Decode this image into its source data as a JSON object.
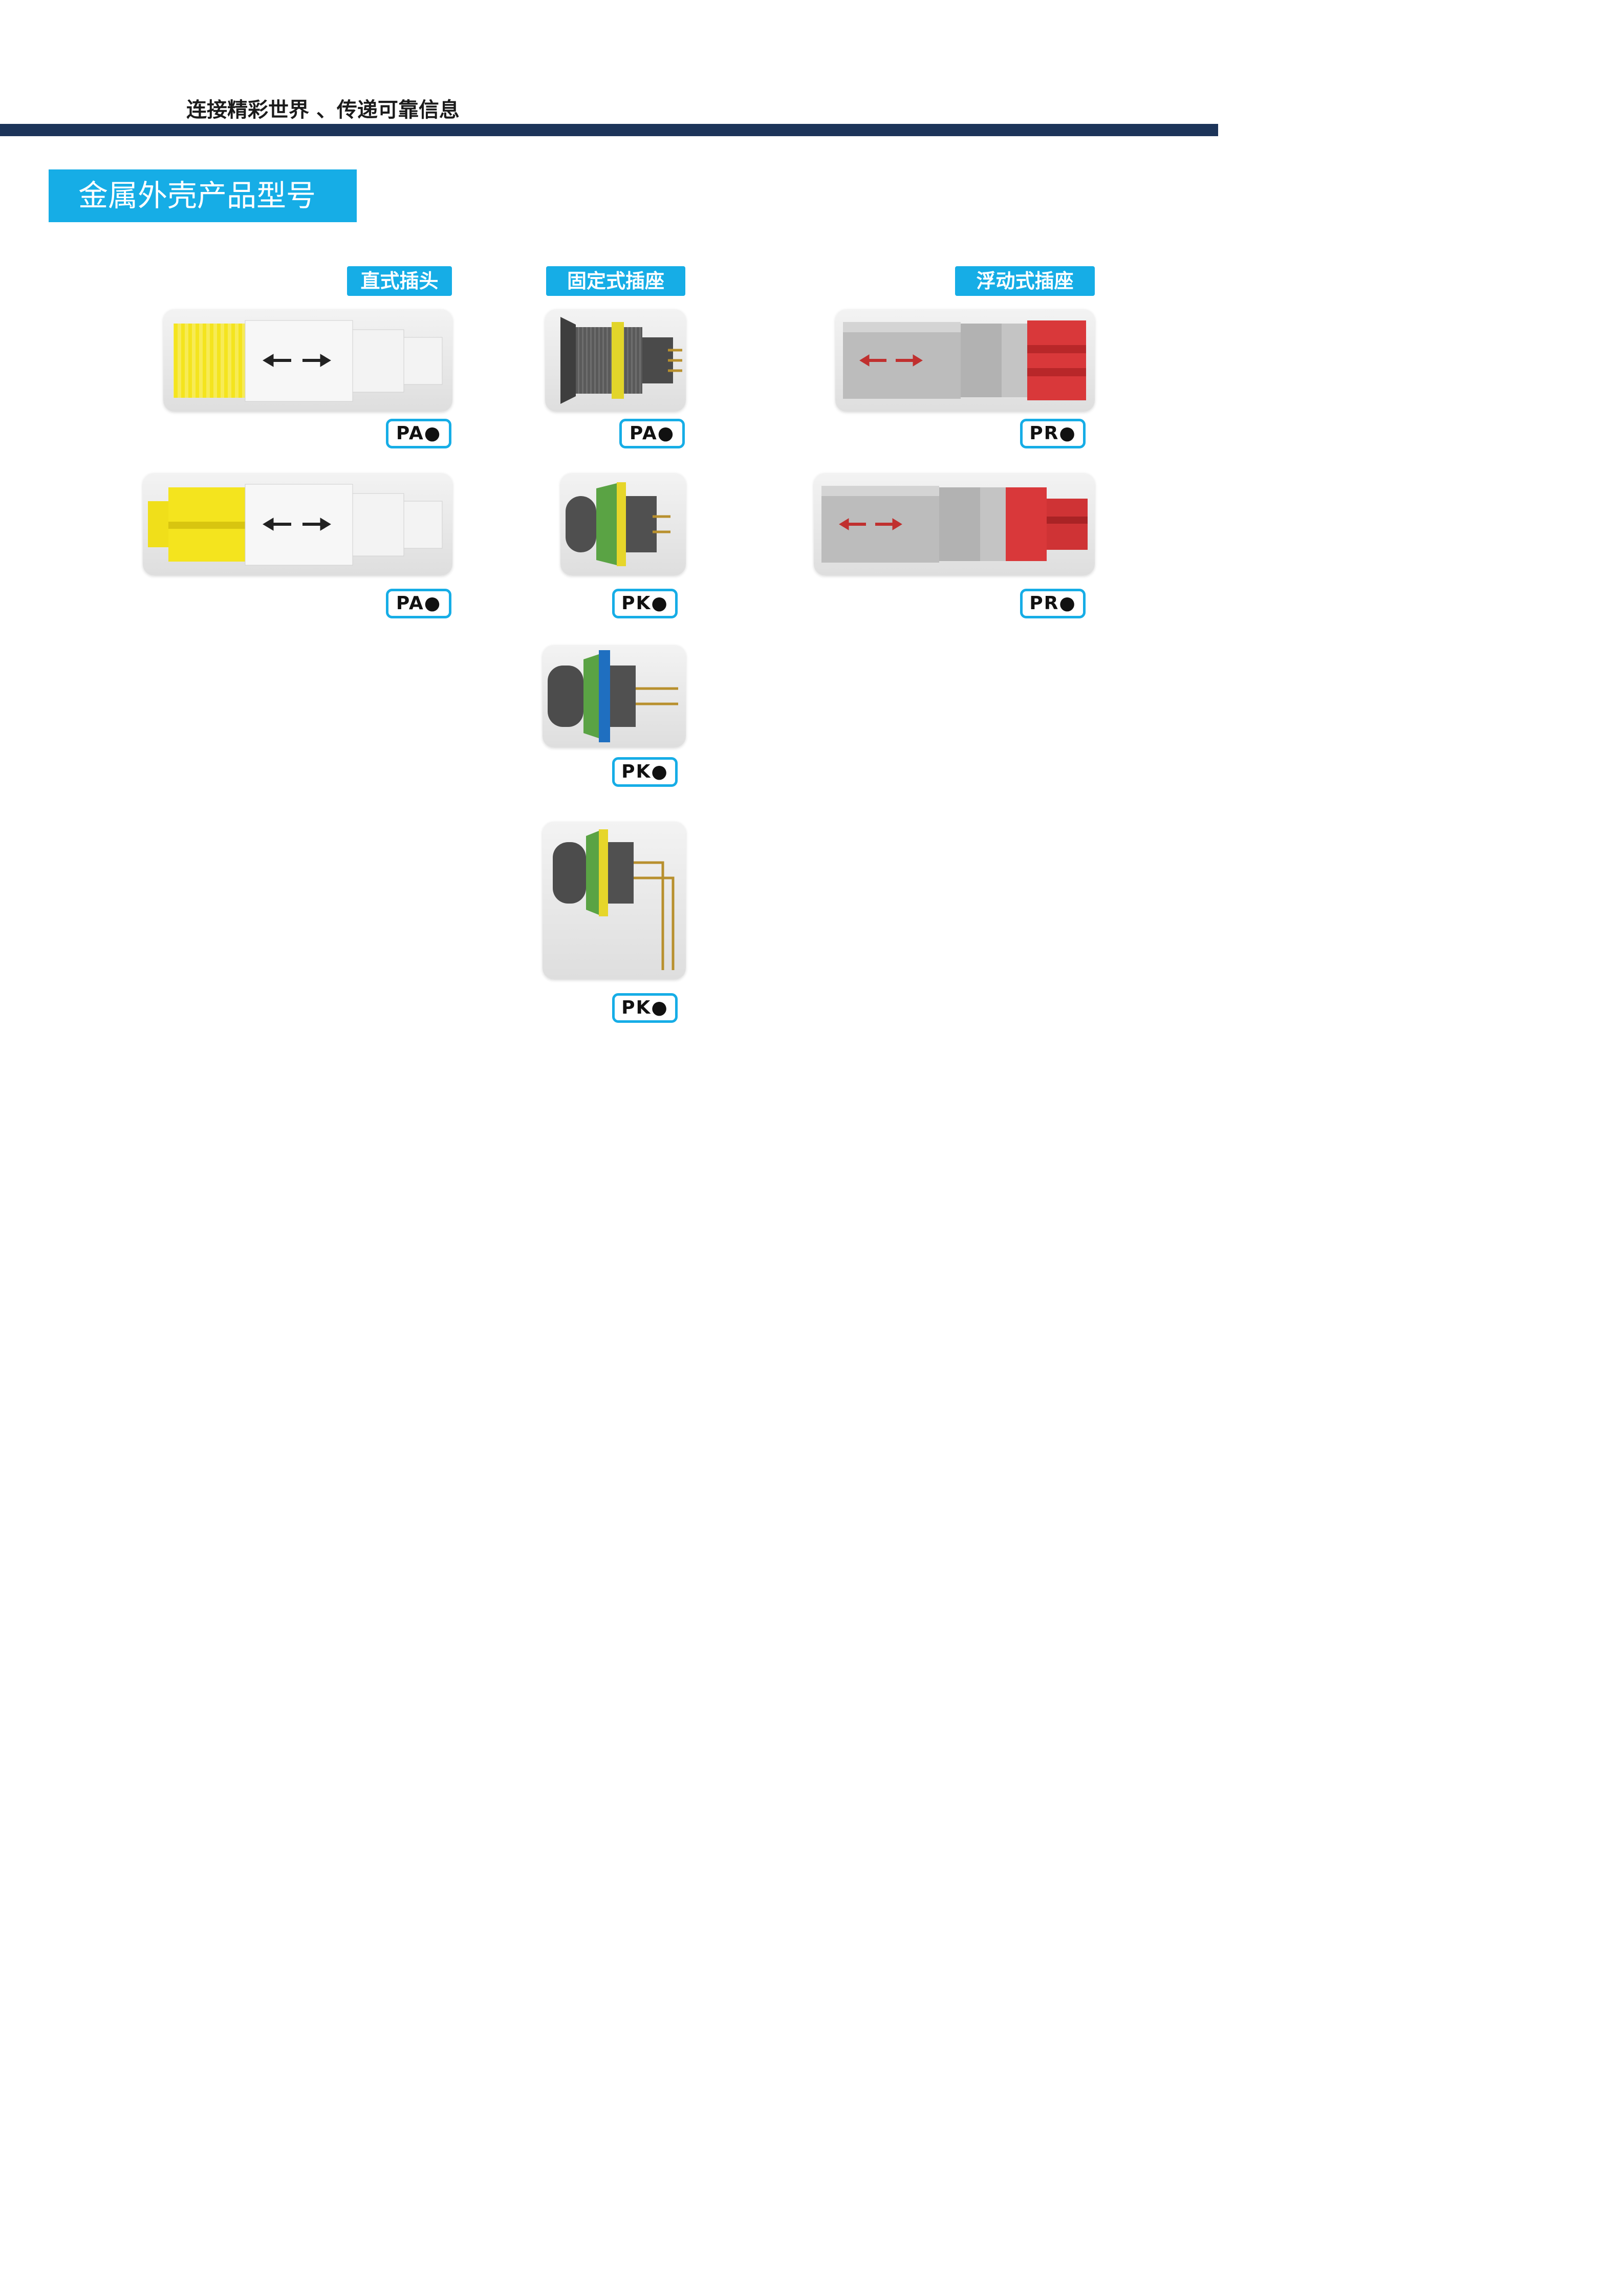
{
  "header": {
    "tagline": "连接精彩世界 、传递可靠信息"
  },
  "section": {
    "title": "金属外壳产品型号"
  },
  "categories": {
    "straight_plug": "直式插头",
    "fixed_socket": "固定式插座",
    "floating_socket": "浮动式插座"
  },
  "products": {
    "plug_1": {
      "code": "PA●",
      "color": "#f4e41e"
    },
    "plug_2": {
      "code": "PA●",
      "color": "#f4e41e"
    },
    "fixed_1": {
      "code": "PA●",
      "color": "#e2d52a"
    },
    "fixed_2": {
      "code": "PK●",
      "color": "#5aa344"
    },
    "fixed_3": {
      "code": "PK●",
      "color": "#1f6fc0"
    },
    "fixed_4": {
      "code": "PK●",
      "color": "#5aa344"
    },
    "float_1": {
      "code": "PR●",
      "color": "#d9383a"
    },
    "float_2": {
      "code": "PR●",
      "color": "#d9383a"
    }
  },
  "colors": {
    "accent": "#16ade6",
    "header_bar": "#1c3459"
  },
  "icons": {
    "double_arrow": "double-arrow-icon"
  }
}
